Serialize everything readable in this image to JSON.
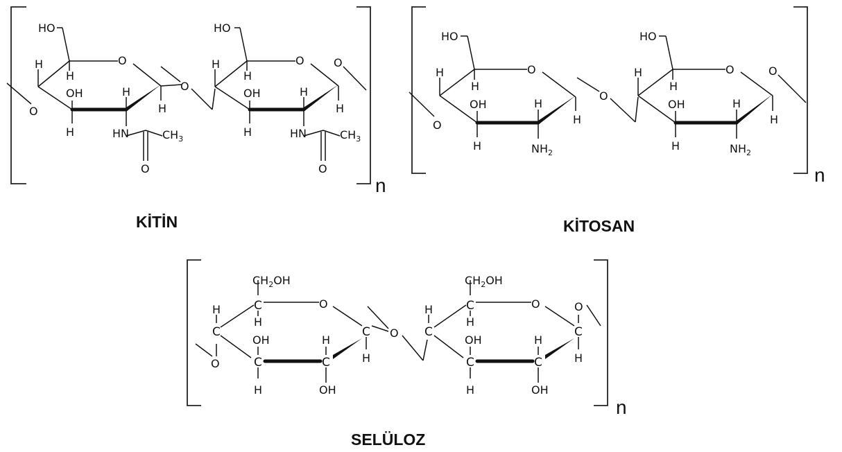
{
  "colors": {
    "ink": "#111111",
    "background": "#ffffff"
  },
  "labels": {
    "o": "O",
    "h": "H",
    "c": "C",
    "ho": "HO",
    "oh": "OH",
    "hn": "HN",
    "ch3": "CH3",
    "nh2": "NH2",
    "ch2oh": "CH2OH",
    "n": "n"
  },
  "structures": [
    {
      "id": "kitin",
      "name": "KİTİN",
      "substituent": "HN-C(=O)CH3"
    },
    {
      "id": "kitosan",
      "name": "KİTOSAN",
      "substituent": "NH2"
    },
    {
      "id": "seluloz",
      "name": "SELÜLOZ",
      "substituent": "OH"
    }
  ]
}
